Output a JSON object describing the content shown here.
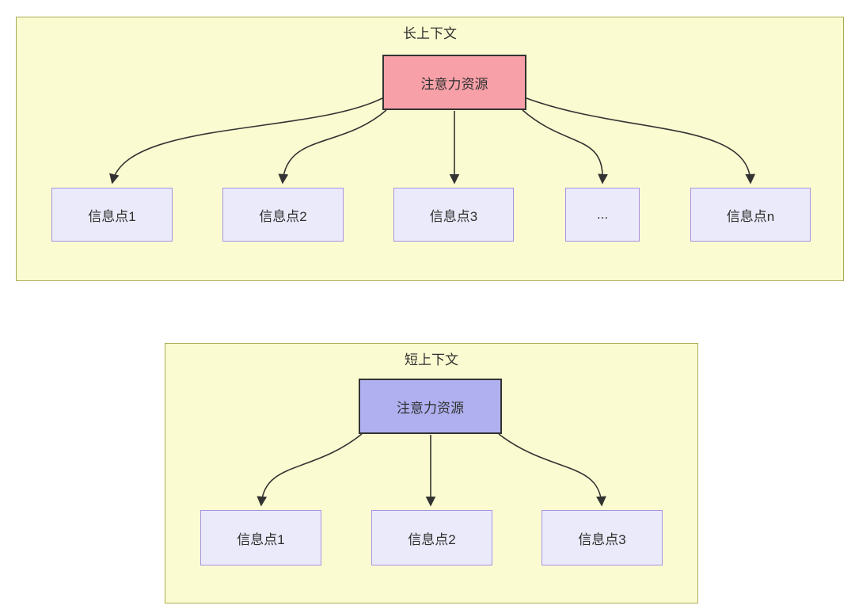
{
  "colors": {
    "container_bg": "#fbfbd1",
    "container_border": "#abab54",
    "attention_long_fill": "#f7a0a8",
    "attention_short_fill": "#b0b0f0",
    "attention_border": "#333333",
    "info_fill": "#eaeafa",
    "info_border": "#a693e3",
    "arrow": "#333333",
    "text": "#2f2f2f"
  },
  "long_context": {
    "title": "长上下文",
    "attention_label": "注意力资源",
    "info_points": [
      {
        "label": "信息点1"
      },
      {
        "label": "信息点2"
      },
      {
        "label": "信息点3"
      },
      {
        "label": "..."
      },
      {
        "label": "信息点n"
      }
    ]
  },
  "short_context": {
    "title": "短上下文",
    "attention_label": "注意力资源",
    "info_points": [
      {
        "label": "信息点1"
      },
      {
        "label": "信息点2"
      },
      {
        "label": "信息点3"
      }
    ]
  }
}
